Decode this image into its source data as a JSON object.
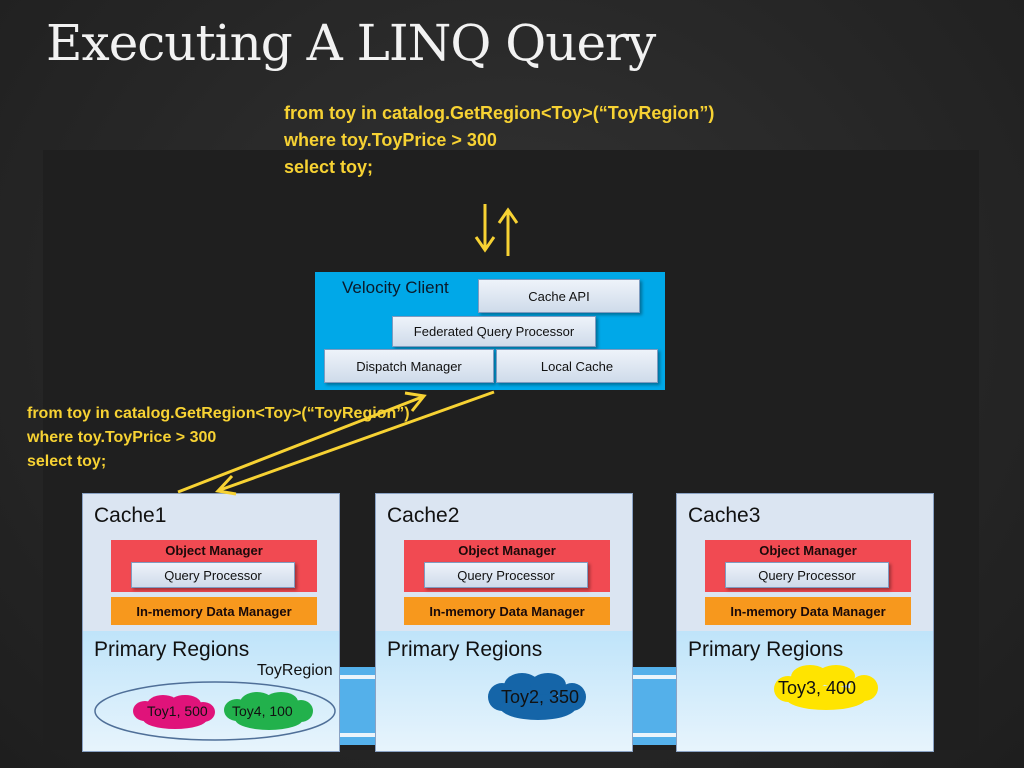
{
  "title": "Executing A LINQ Query",
  "query_top": {
    "line1": "from toy in catalog.GetRegion<Toy>(“ToyRegion”)",
    "line2": "where toy.ToyPrice > 300",
    "line3": "select toy;"
  },
  "query_left": {
    "line1": "from toy in catalog.GetRegion<Toy>(“ToyRegion”)",
    "line2": "where toy.ToyPrice > 300",
    "line3": "select toy;"
  },
  "velocity_client": {
    "label": "Velocity Client",
    "cache_api": "Cache API",
    "federated_query_processor": "Federated Query Processor",
    "dispatch_manager": "Dispatch Manager",
    "local_cache": "Local Cache"
  },
  "caches": [
    {
      "title": "Cache1",
      "object_manager": "Object Manager",
      "query_processor": "Query Processor",
      "data_manager": "In-memory Data Manager",
      "primary_regions": "Primary Regions"
    },
    {
      "title": "Cache2",
      "object_manager": "Object Manager",
      "query_processor": "Query Processor",
      "data_manager": "In-memory Data Manager",
      "primary_regions": "Primary Regions"
    },
    {
      "title": "Cache3",
      "object_manager": "Object Manager",
      "query_processor": "Query Processor",
      "data_manager": "In-memory Data Manager",
      "primary_regions": "Primary Regions"
    }
  ],
  "region_label": "ToyRegion",
  "items": {
    "toy1": "Toy1, 500",
    "toy4": "Toy4,  100",
    "toy2": "Toy2, 350",
    "toy3": "Toy3, 400"
  },
  "colors": {
    "accent_yellow": "#f7d233",
    "client_blue": "#00a8e8",
    "object_manager_red": "#f14a52",
    "data_manager_orange": "#f7981d",
    "toy1_magenta": "#e0137a",
    "toy4_green": "#22b14c",
    "toy2_blue": "#1565a8",
    "toy3_yellow": "#ffe400"
  }
}
